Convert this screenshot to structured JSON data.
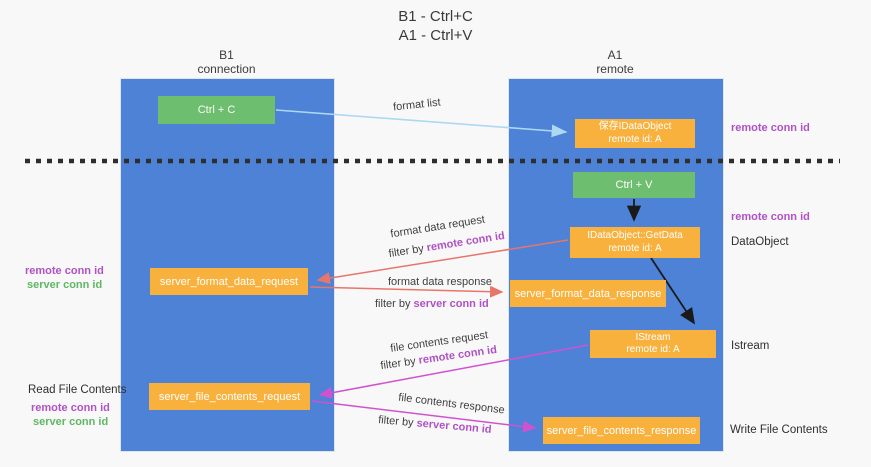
{
  "title": {
    "line1": "B1 - Ctrl+C",
    "line2": "A1 - Ctrl+V"
  },
  "lanes": {
    "left": {
      "header_line1": "B1",
      "header_line2": "connection"
    },
    "right": {
      "header_line1": "A1",
      "header_line2": "remote"
    }
  },
  "nodes": {
    "ctrl_c": "Ctrl + C",
    "ctrl_v": "Ctrl + V",
    "save_idataobject": {
      "line1": "保存IDataObject",
      "line2": "remote id: A"
    },
    "getdata": {
      "line1": "IDataObject::GetData",
      "line2": "remote id: A"
    },
    "istream": {
      "line1": "IStream",
      "line2": "remote id: A"
    },
    "server_format_data_request": "server_format_data_request",
    "server_format_data_response": "server_format_data_response",
    "server_file_contents_request": "server_file_contents_request",
    "server_file_contents_response": "server_file_contents_response"
  },
  "flow_labels": {
    "format_list": "format list",
    "format_data_request": "format data request",
    "format_data_response": "format data response",
    "file_contents_request": "file contents request",
    "file_contents_response": "file contents response",
    "filter_by": "filter by",
    "remote_conn_id": "remote conn id",
    "server_conn_id": "server conn id"
  },
  "side_labels": {
    "remote_conn_id": "remote conn id",
    "server_conn_id": "server conn id",
    "dataobject": "DataObject",
    "istream": "Istream",
    "read_file_contents": "Read File Contents",
    "write_file_contents": "Write File Contents"
  },
  "colors": {
    "lane_blue": "#4d82d6",
    "node_green": "#6dbe6e",
    "node_orange": "#f9b13e",
    "arrow_lightblue": "#aed7f2",
    "arrow_salmon": "#e8756b",
    "arrow_magenta": "#cf53cf",
    "arrow_black": "#1a1a1a",
    "text_purple": "#b052c5",
    "text_green": "#5fb763",
    "dashed_line": "#2e2e2e",
    "background": "#f8f8f8"
  }
}
